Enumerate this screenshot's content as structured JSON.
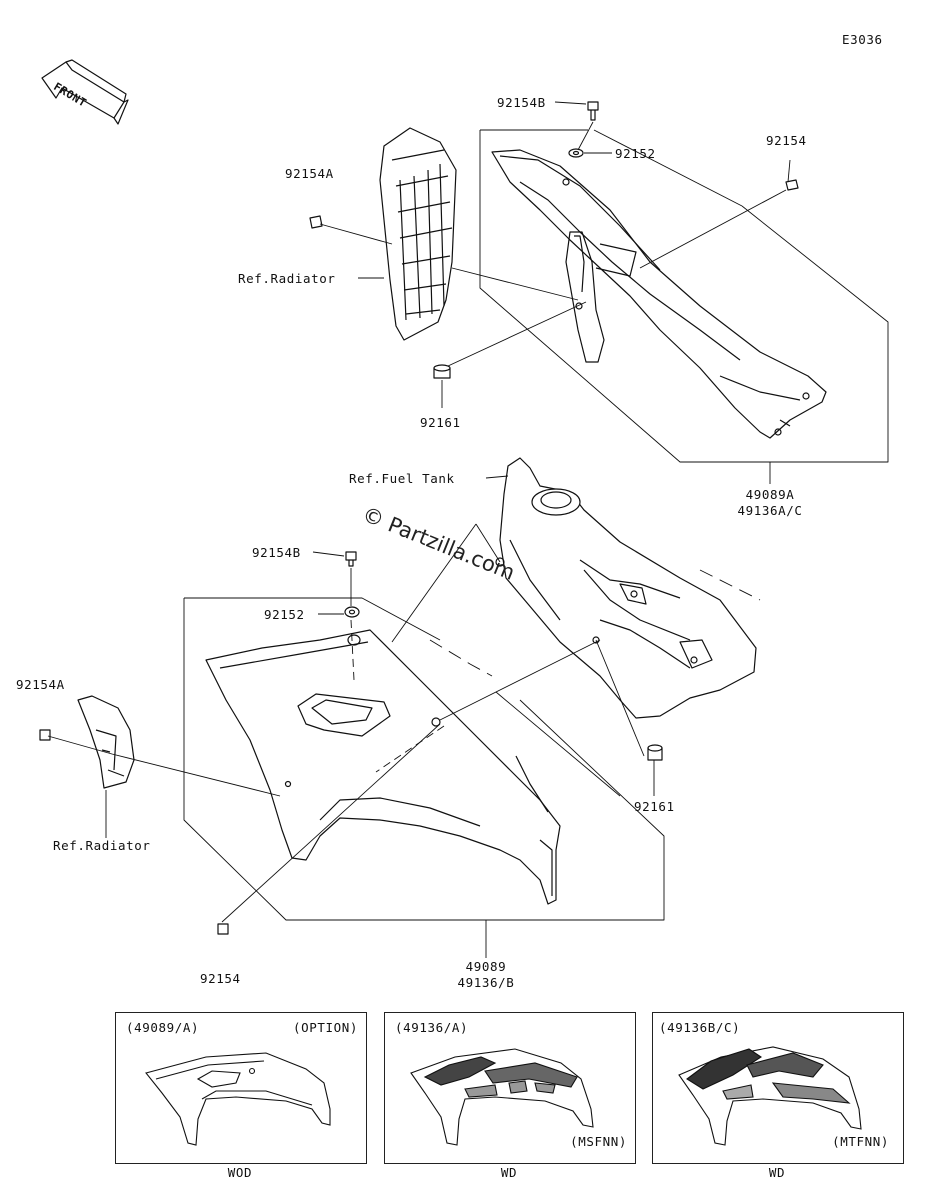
{
  "diagram_code": "E3036",
  "front_label": "FRONT",
  "watermark": "© Partzilla.com",
  "labels": {
    "p92154B_top": "92154B",
    "p92152_top": "92152",
    "p92154_top": "92154",
    "p92154A_top": "92154A",
    "ref_radiator_top": "Ref.Radiator",
    "p92161_top": "92161",
    "p49089A": "49089A",
    "p49136AC": "49136A/C",
    "ref_fuel_tank": "Ref.Fuel Tank",
    "p92154B_mid": "92154B",
    "p92152_mid": "92152",
    "p92154A_left": "92154A",
    "ref_radiator_left": "Ref.Radiator",
    "p92161_right": "92161",
    "p92154_bottom": "92154",
    "p49089": "49089",
    "p49136B": "49136/B"
  },
  "variants": [
    {
      "code": "(49089/A)",
      "note": "(OPTION)",
      "color": "WOD"
    },
    {
      "code": "(49136/A)",
      "note": "(MSFNN)",
      "color": "WD"
    },
    {
      "code": "(49136B/C)",
      "note": "(MTFNN)",
      "color": "WD"
    }
  ]
}
